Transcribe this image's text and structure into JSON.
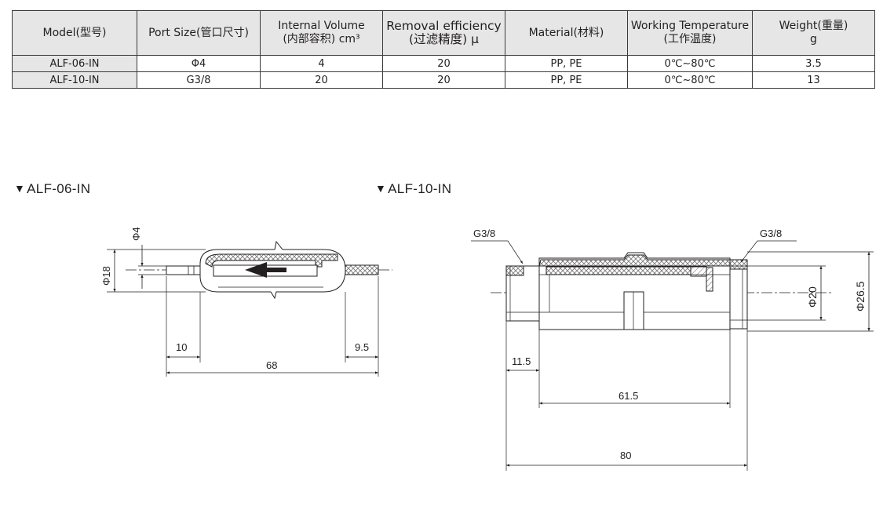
{
  "table": {
    "headers": [
      {
        "l1": "Model(型号)",
        "l2": ""
      },
      {
        "l1": "Port Size(管口尺寸)",
        "l2": ""
      },
      {
        "l1": "Internal Volume",
        "l2": "(内部容积) cm³"
      },
      {
        "l1": "Removal efficiency",
        "l2": "(过滤精度) μ"
      },
      {
        "l1": "Material(材料)",
        "l2": ""
      },
      {
        "l1": "Working Temperature",
        "l2": "(工作温度)"
      },
      {
        "l1": "Weight(重量)",
        "l2": "g"
      }
    ],
    "rows": [
      [
        "ALF-06-IN",
        "Φ4",
        "4",
        "20",
        "PP, PE",
        "0℃~80℃",
        "3.5"
      ],
      [
        "ALF-10-IN",
        "G3/8",
        "20",
        "20",
        "PP, PE",
        "0℃~80℃",
        "13"
      ]
    ]
  },
  "drawings": {
    "alf06": {
      "label": "ALF-06-IN",
      "dim_port": "Φ4",
      "dim_dia": "Φ18",
      "dim_left": "10",
      "dim_right": "9.5",
      "dim_total": "68"
    },
    "alf10": {
      "label": "ALF-10-IN",
      "thread_left": "G3/8",
      "thread_right": "G3/8",
      "dim_inner": "Φ20",
      "dim_outer": "Φ26.5",
      "dim_left": "11.5",
      "dim_body": "61.5",
      "dim_total": "80"
    }
  },
  "colors": {
    "line": "#231f20",
    "header_bg": "#e6e6e6",
    "hatch": "#8c8c8c"
  }
}
